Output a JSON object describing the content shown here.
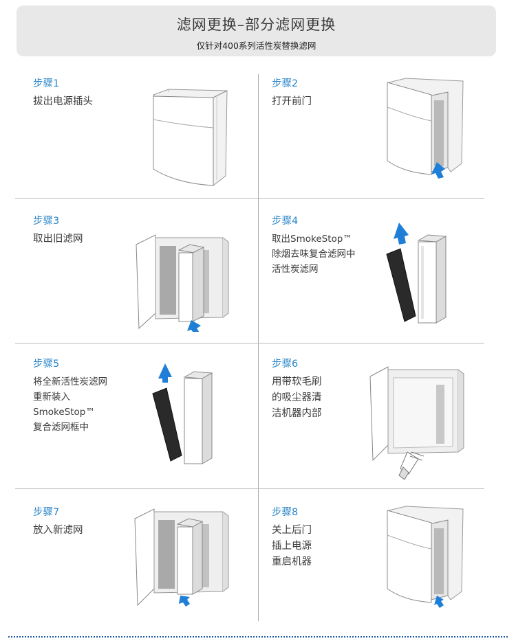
{
  "header": {
    "title": "滤网更换–部分滤网更换",
    "subtitle": "仅针对400系列活性炭替换滤网"
  },
  "steps": [
    {
      "label": "步骤1",
      "desc": "拔出电源插头"
    },
    {
      "label": "步骤2",
      "desc": "打开前门"
    },
    {
      "label": "步骤3",
      "desc": "取出旧滤网"
    },
    {
      "label": "步骤4",
      "desc": "取出SmokeStop™\n除烟去味复合滤网中\n活性炭滤网"
    },
    {
      "label": "步骤5",
      "desc": "将全新活性炭滤网\n重新装入\nSmokeStop™\n复合滤网框中"
    },
    {
      "label": "步骤6",
      "desc": "用带软毛刷\n的吸尘器清\n洁机器内部"
    },
    {
      "label": "步骤7",
      "desc": "放入新滤网"
    },
    {
      "label": "步骤8",
      "desc": "关上后门\n插上电源\n重启机器"
    }
  ],
  "colors": {
    "accent": "#2b86c9",
    "arrow": "#1f7fd6",
    "panel": "#e8e8e8"
  }
}
